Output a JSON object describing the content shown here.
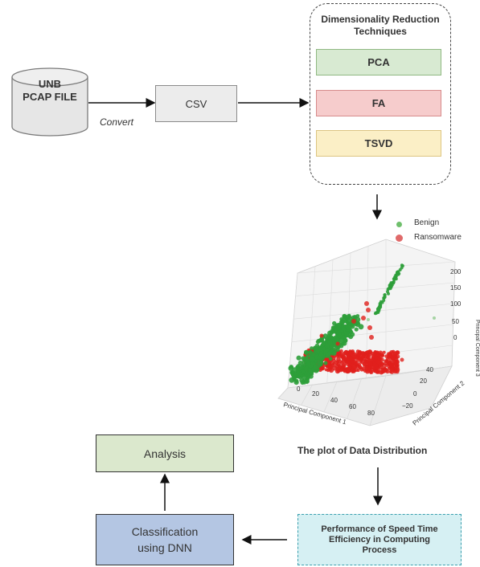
{
  "source": {
    "label_line1": "UNB",
    "label_line2": "PCAP FILE"
  },
  "convert_label": "Convert",
  "csv_label": "CSV",
  "reduction": {
    "title_line1": "Dimensionality Reduction",
    "title_line2": "Techniques",
    "techniques": [
      "PCA",
      "FA",
      "TSVD"
    ]
  },
  "plot": {
    "legend": [
      "Benign",
      "Ransomware"
    ],
    "colors": {
      "benign": "#2e9e3a",
      "ransomware": "#e0201c"
    },
    "axis_x_label": "Principal Component 1",
    "axis_y_label": "Principal Component 2",
    "axis_z_label": "Principal Component 3",
    "x_ticks": [
      "0",
      "20",
      "40",
      "60",
      "80"
    ],
    "y_ticks": [
      "−20",
      "0",
      "20",
      "40"
    ],
    "z_ticks": [
      "0",
      "50",
      "100",
      "150",
      "200"
    ],
    "caption": "The plot of Data Distribution"
  },
  "performance": {
    "line1": "Performance of Speed Time",
    "line2": "Efficiency in Computing",
    "line3": "Process"
  },
  "classification": {
    "line1": "Classification",
    "line2": "using DNN"
  },
  "analysis_label": "Analysis"
}
